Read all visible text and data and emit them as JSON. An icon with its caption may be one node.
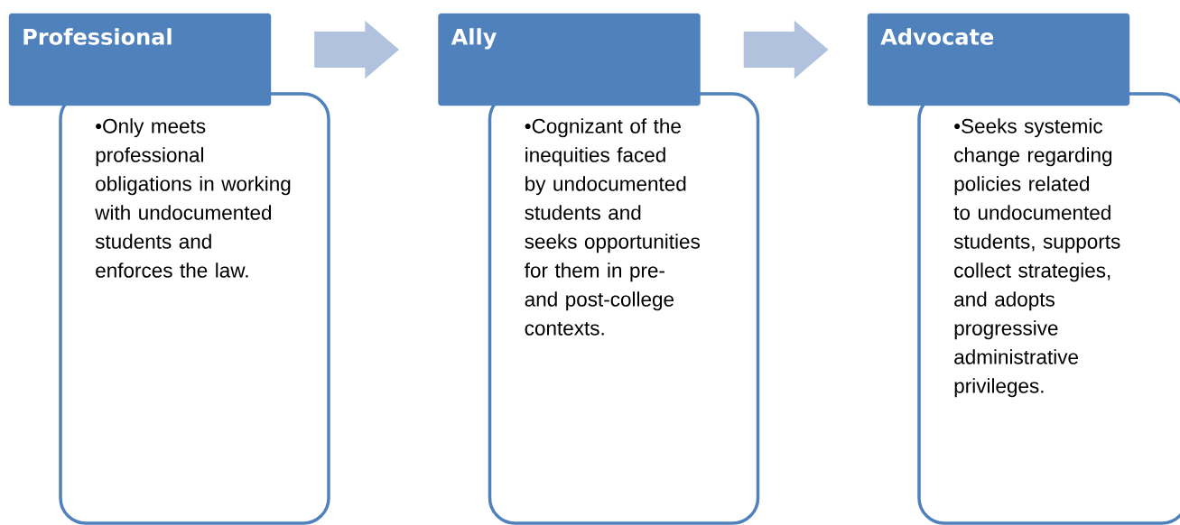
{
  "diagram": {
    "nodes": [
      {
        "text": [
          "Professional"
        ]
      },
      {
        "text": [
          "•Only meets professional obligations in working with undocumented students and enforces the law."
        ]
      },
      {
        "text": [
          "Ally"
        ]
      },
      {
        "text": [
          "•Cognizant of the inequities faced by undocumented students and seeks opportunities for them in pre- and post-college contexts."
        ]
      },
      {
        "text": [
          "Advocate"
        ]
      },
      {
        "text": [
          "•Seeks systemic change regarding policies related to undocumented students, supports collect strategies, and adopts progressive administrative privileges."
        ]
      }
    ],
    "edges": [
      {
        "from": 0,
        "to": 2,
        "arrow": "to"
      },
      {
        "from": 2,
        "to": 4,
        "arrow": "to"
      }
    ]
  }
}
